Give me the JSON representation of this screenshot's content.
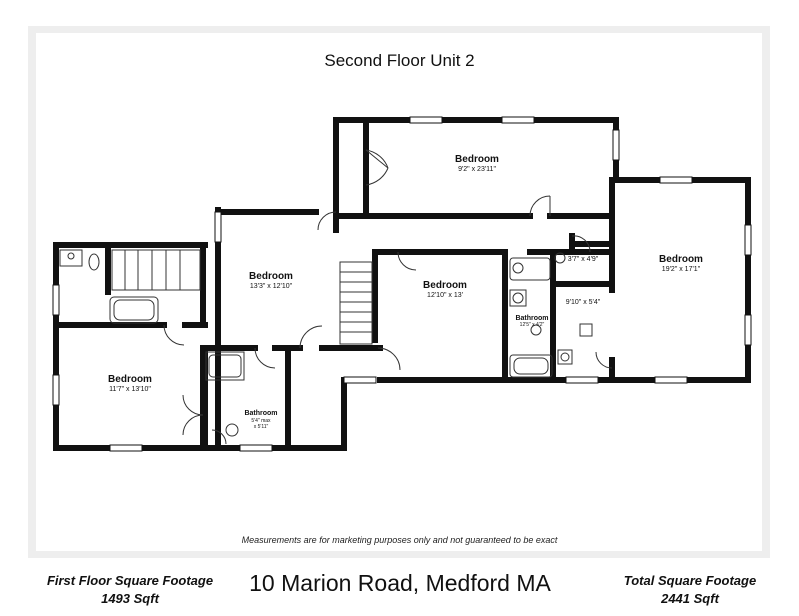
{
  "plan": {
    "title": "Second Floor Unit 2",
    "disclaimer": "Measurements are for marketing purposes only and not guaranteed to be exact"
  },
  "rooms": {
    "bedroom_top": {
      "name": "Bedroom",
      "dim": "9'2\" x 23'11\""
    },
    "bedroom_right": {
      "name": "Bedroom",
      "dim": "19'2\" x 17'1\""
    },
    "bedroom_center": {
      "name": "Bedroom",
      "dim": "12'10\" x 13'"
    },
    "bedroom_mid": {
      "name": "Bedroom",
      "dim": "13'3\" x 12'10\""
    },
    "bedroom_left": {
      "name": "Bedroom",
      "dim": "11'7\" x 13'10\""
    },
    "bathroom_center": {
      "name": "Bathroom",
      "dim": "12'5\" x 4'2\""
    },
    "bathroom_left": {
      "name": "Bathroom",
      "dim1": "5'4\" max",
      "dim2": "x 5'11\""
    },
    "closet_small": {
      "dim": "3'7\" x 4'9\""
    },
    "shower_room": {
      "dim": "9'10\" x 5'4\""
    }
  },
  "footer": {
    "first_floor_label": "First Floor Square Footage",
    "first_floor_value": "1493 Sqft",
    "address": "10 Marion Road, Medford MA",
    "total_label": "Total Square Footage",
    "total_value": "2441 Sqft"
  }
}
